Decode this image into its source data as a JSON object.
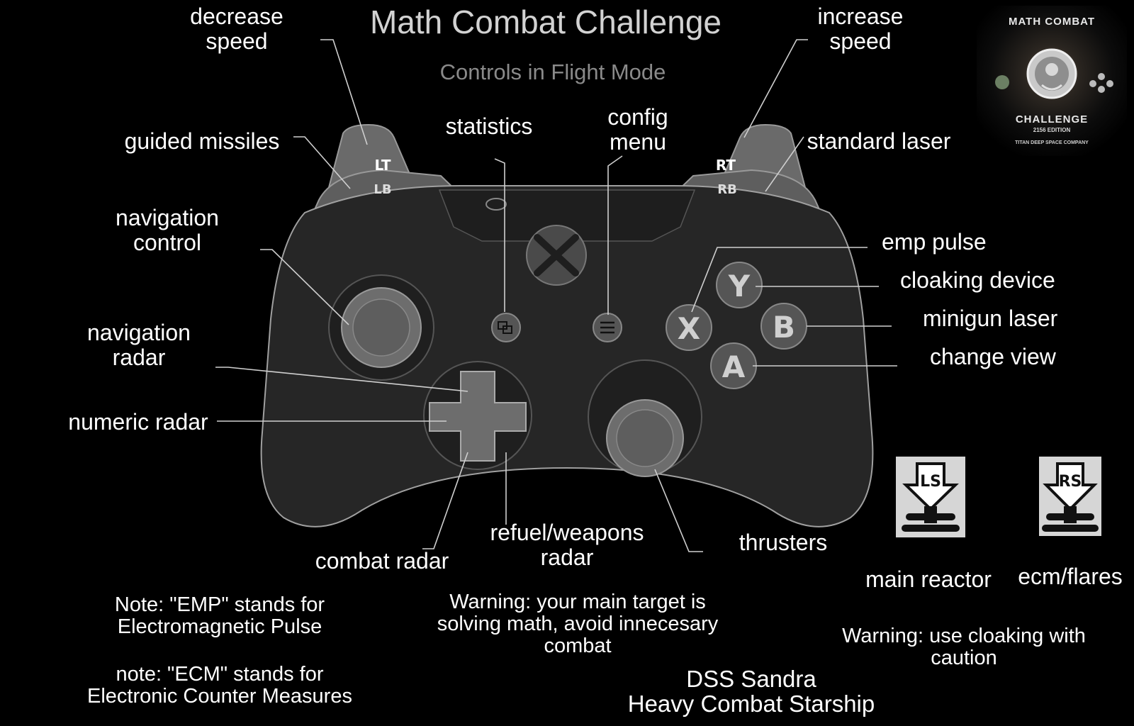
{
  "header": {
    "title": "Math Combat Challenge",
    "subtitle": "Controls in Flight Mode"
  },
  "logo": {
    "top_text": "MATH COMBAT",
    "middle_text": "CHALLENGE",
    "edition": "2156 EDITION",
    "company": "TITAN DEEP SPACE COMPANY"
  },
  "controller": {
    "buttons": {
      "lt": "LT",
      "lb": "LB",
      "rt": "RT",
      "rb": "RB",
      "y": "Y",
      "x": "X",
      "b": "B",
      "a": "A"
    }
  },
  "labels": {
    "decrease_speed": "decrease\nspeed",
    "increase_speed": "increase\nspeed",
    "guided_missiles": "guided missiles",
    "statistics": "statistics",
    "config_menu": "config\nmenu",
    "standard_laser": "standard laser",
    "navigation_control": "navigation\ncontrol",
    "emp_pulse": "emp pulse",
    "cloaking_device": "cloaking device",
    "minigun_laser": "minigun laser",
    "change_view": "change view",
    "navigation_radar": "navigation\nradar",
    "numeric_radar": "numeric radar",
    "combat_radar": "combat radar",
    "refuel_weapons_radar": "refuel/weapons\nradar",
    "thrusters": "thrusters",
    "main_reactor": "main reactor",
    "ecm_flares": "ecm/flares"
  },
  "stick_icons": {
    "ls": "LS",
    "rs": "RS"
  },
  "notes": {
    "emp": "Note: \"EMP\" stands for\nElectromagnetic Pulse",
    "ecm": "note: \"ECM\" stands for\nElectronic Counter Measures",
    "warning_target": "Warning: your main target is\nsolving math, avoid innecesary\ncombat",
    "warning_cloak": "Warning: use cloaking with\ncaution"
  },
  "ship": {
    "name": "DSS Sandra\nHeavy Combat Starship"
  }
}
